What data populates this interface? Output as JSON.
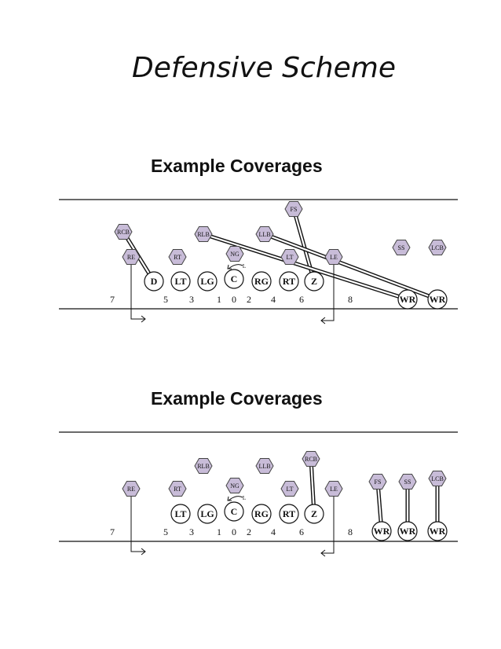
{
  "title": "Defensive Scheme",
  "sections": [
    {
      "heading": "Example Coverages",
      "offense": [
        "D",
        "LT",
        "LG",
        "C",
        "RG",
        "RT",
        "Z",
        "WR",
        "WR"
      ],
      "defense": [
        "FS",
        "RCB",
        "RLB",
        "LLB",
        "RE",
        "RT",
        "NG",
        "LT",
        "LE",
        "SS",
        "LCB"
      ],
      "gap_numbers": [
        "7",
        "5",
        "3",
        "1",
        "0",
        "2",
        "4",
        "6",
        "8"
      ],
      "ng_marker": "L"
    },
    {
      "heading": "Example Coverages",
      "offense": [
        "LT",
        "LG",
        "C",
        "RG",
        "RT",
        "Z",
        "WR",
        "WR",
        "WR"
      ],
      "defense": [
        "RCB",
        "RLB",
        "LLB",
        "RE",
        "RT",
        "NG",
        "LT",
        "LE",
        "FS",
        "SS",
        "LCB"
      ],
      "gap_numbers": [
        "7",
        "5",
        "3",
        "1",
        "0",
        "2",
        "4",
        "6",
        "8"
      ],
      "ng_marker": "L"
    }
  ],
  "colors": {
    "defender_fill": "#c8bcd8",
    "defender_stroke": "#444444",
    "line": "#111111"
  }
}
